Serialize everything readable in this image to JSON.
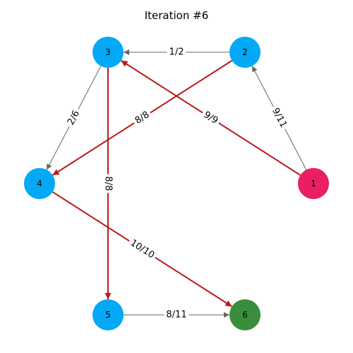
{
  "title": "Iteration #6",
  "colors": {
    "node_default": "#03a9f4",
    "node_source": "#e91e63",
    "node_sink": "#388e3c",
    "edge_plain": "#666666",
    "edge_flow": "#b71c1c"
  },
  "nodes": [
    {
      "id": "1",
      "label": "1",
      "role": "source"
    },
    {
      "id": "2",
      "label": "2",
      "role": "default"
    },
    {
      "id": "3",
      "label": "3",
      "role": "default"
    },
    {
      "id": "4",
      "label": "4",
      "role": "default"
    },
    {
      "id": "5",
      "label": "5",
      "role": "default"
    },
    {
      "id": "6",
      "label": "6",
      "role": "sink"
    }
  ],
  "edges": [
    {
      "from": "1",
      "to": "2",
      "label": "9/11",
      "highlighted": false
    },
    {
      "from": "1",
      "to": "3",
      "label": "9/9",
      "highlighted": true
    },
    {
      "from": "2",
      "to": "3",
      "label": "1/2",
      "highlighted": false
    },
    {
      "from": "2",
      "to": "4",
      "label": "8/8",
      "highlighted": true
    },
    {
      "from": "3",
      "to": "4",
      "label": "2/6",
      "highlighted": false
    },
    {
      "from": "3",
      "to": "5",
      "label": "8/8",
      "highlighted": true
    },
    {
      "from": "4",
      "to": "6",
      "label": "10/10",
      "highlighted": true
    },
    {
      "from": "5",
      "to": "6",
      "label": "8/11",
      "highlighted": false
    }
  ]
}
